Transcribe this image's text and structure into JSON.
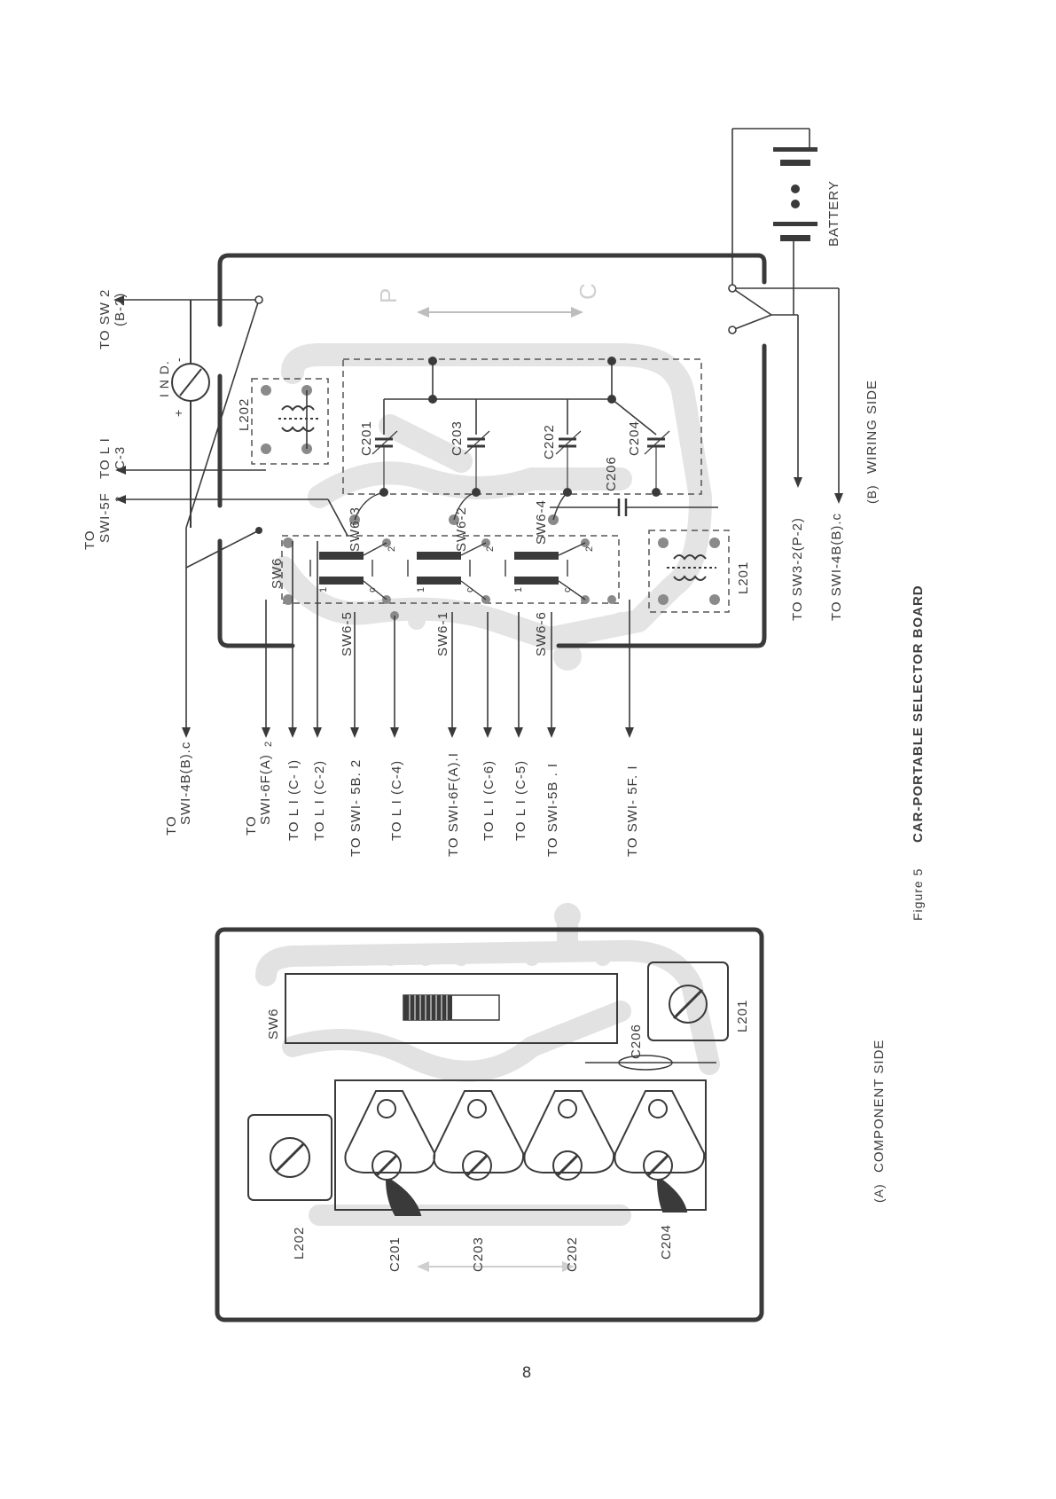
{
  "page": {
    "number": "8"
  },
  "figure": {
    "label": "Figure 5",
    "title": "CAR-PORTABLE SELECTOR BOARD"
  },
  "panel_a": {
    "caption_letter": "(A)",
    "caption": "COMPONENT SIDE",
    "components": {
      "sw6": "SW6",
      "c206": "C206",
      "l201": "L201",
      "l202": "L202",
      "c201": "C201",
      "c203": "C203",
      "c202": "C202",
      "c204": "C204"
    }
  },
  "panel_b": {
    "caption_letter": "(B)",
    "caption": "WIRING SIDE",
    "top_labels": {
      "sw2_line1": "TO  SW 2",
      "sw2_line2": "(B-2)",
      "ind": "I N D.",
      "ind_plus": "+",
      "ind_minus": "-",
      "l1_line1": "TO  L I",
      "l1_line2": "C-3",
      "sw5f_line1": "TO",
      "sw5f_line2": "SWI-5F",
      "sw5f_sub": "2"
    },
    "components": {
      "l202": "L202",
      "c201": "C201",
      "c203": "C203",
      "c202": "C202",
      "c204": "C204",
      "c206": "C206",
      "l201": "L201",
      "sw6": "SW6",
      "sw6_1": "SW6-1",
      "sw6_2": "SW6-2",
      "sw6_3": "SW6-3",
      "sw6_4": "SW6-4",
      "sw6_5": "SW6-5",
      "sw6_6": "SW6-6",
      "pin_c": "c",
      "pin_1": "1",
      "pin_2": "2"
    },
    "arrow_labels": {
      "p": "P",
      "c": "C"
    },
    "battery": "BATTERY",
    "right_labels": {
      "sw3": "TO  SW3-2(P-2)",
      "sw1_4b": "TO  SWI-4B(B).c"
    },
    "left_labels": {
      "sw1_4b_to": "TO",
      "sw1_4b": "SWI-4B(B).c",
      "sw1_6f2_to": "TO",
      "sw1_6f2": "SWI-6F(A)",
      "sw1_6f2_sub": "2",
      "l1_c1": "TO   L I  (C- I)",
      "l1_c2": "TO   L I  (C-2)",
      "sw1_5b2": "TO   SWI- 5B. 2",
      "l1_c4": "TO   L I  (C-4)",
      "sw1_6f1": "TO   SWI-6F(A).I",
      "l1_c6": "TO   L I  (C-6)",
      "l1_c5": "TO   L I  (C-5)",
      "sw1_5b1": "TO   SWI-5B . I",
      "sw1_5f1": "TO   SWI- 5F.  I"
    }
  }
}
